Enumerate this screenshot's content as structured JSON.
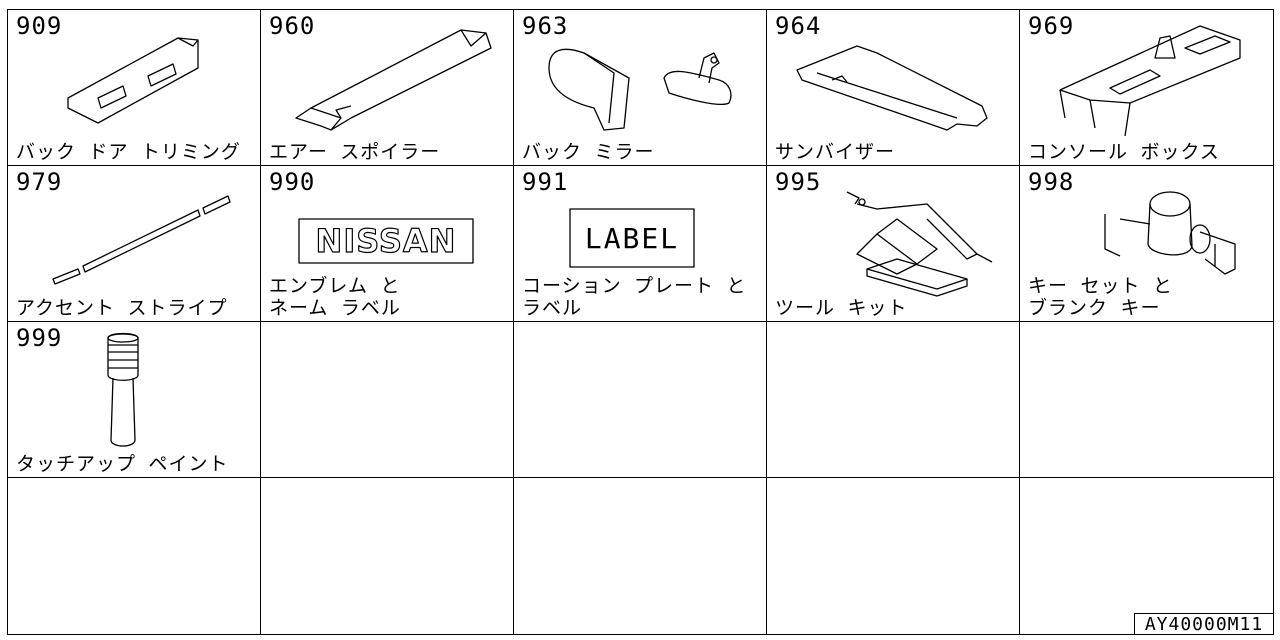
{
  "cells": [
    {
      "number": "909",
      "label": "バック ドア トリミング",
      "icon": "back-door-trim-icon"
    },
    {
      "number": "960",
      "label": "エアー スポイラー",
      "icon": "air-spoiler-icon"
    },
    {
      "number": "963",
      "label": "バック ミラー",
      "icon": "back-mirror-icon"
    },
    {
      "number": "964",
      "label": "サンバイザー",
      "icon": "sun-visor-icon"
    },
    {
      "number": "969",
      "label": "コンソール ボックス",
      "icon": "console-box-icon"
    },
    {
      "number": "979",
      "label": "アクセント ストライプ",
      "icon": "accent-stripe-icon"
    },
    {
      "number": "990",
      "label": "エンブレム と\nネーム ラベル",
      "icon": "emblem-icon",
      "emblem_text": "NISSAN"
    },
    {
      "number": "991",
      "label": "コーション プレート と\nラベル",
      "icon": "caution-plate-icon",
      "plate_text": "LABEL"
    },
    {
      "number": "995",
      "label": "ツール キット",
      "icon": "jack-tool-icon"
    },
    {
      "number": "998",
      "label": "キー セット と\nブランク キー",
      "icon": "key-set-icon"
    },
    {
      "number": "999",
      "label": "タッチアップ ペイント",
      "icon": "touch-up-paint-icon"
    }
  ],
  "diagram_code": "AY40000M11"
}
